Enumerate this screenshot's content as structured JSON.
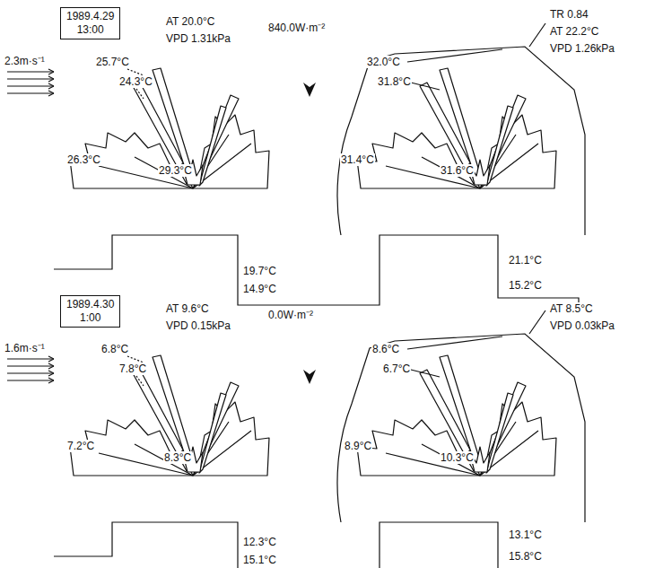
{
  "diagram": {
    "nodes": [
      {
        "text": [
          "1989.4.29",
          "13:00"
        ]
      },
      {
        "text": [
          "1989.4.30",
          "1:00"
        ]
      }
    ],
    "labels": [
      "2.3m·s⁻¹",
      "AT 20.0°C",
      "VPD 1.31kPa",
      "840.0W·m⁻²",
      "25.7°C",
      "24.3°C",
      "26.3°C",
      "29.3°C",
      "19.7°C",
      "14.9°C",
      "TR 0.84",
      "AT 22.2°C",
      "VPD 1.26kPa",
      "32.0°C",
      "31.8°C",
      "31.4°C",
      "31.6°C",
      "21.1°C",
      "15.2°C",
      "1.6m·s⁻¹",
      "AT 9.6°C",
      "VPD 0.15kPa",
      "0.0W·m⁻²",
      "6.8°C",
      "7.8°C",
      "7.2°C",
      "8.3°C",
      "12.3°C",
      "15.1°C",
      "AT 8.5°C",
      "VPD 0.03kPa",
      "8.6°C",
      "6.7°C",
      "8.9°C",
      "10.3°C",
      "13.1°C",
      "15.8°C"
    ]
  }
}
